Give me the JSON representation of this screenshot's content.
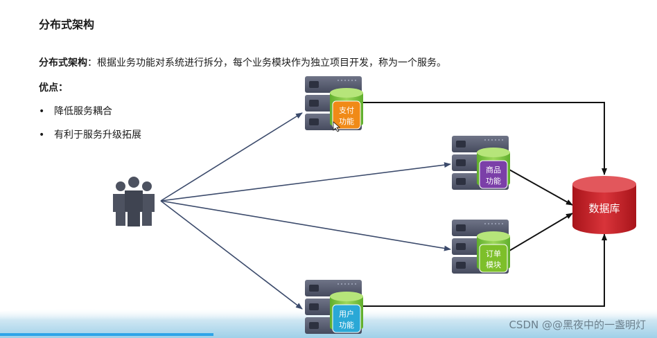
{
  "heading": "分布式架构",
  "description": {
    "term": "分布式架构",
    "text": "：根据业务功能对系统进行拆分，每个业务模块作为独立项目开发，称为一个服务。"
  },
  "advantages_label": "优点：",
  "bullets": [
    "降低服务耦合",
    "有利于服务升级拓展"
  ],
  "services": [
    {
      "line1": "支付",
      "line2": "功能",
      "color": "#f08a17"
    },
    {
      "line1": "商品",
      "line2": "功能",
      "color": "#7b3fa8"
    },
    {
      "line1": "订单",
      "line2": "模块",
      "color": "#7dbf2a"
    },
    {
      "line1": "用户",
      "line2": "功能",
      "color": "#2aa8d6"
    }
  ],
  "database": {
    "label": "数据库",
    "color": "#c81e24"
  },
  "users_icon": "people-group-icon",
  "watermark": "CSDN @@黑夜中的一盏明灯"
}
